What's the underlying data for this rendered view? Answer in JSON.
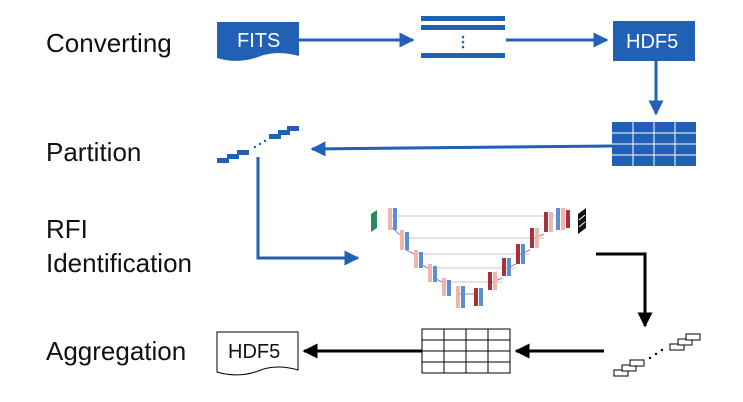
{
  "stages": {
    "converting": "Converting",
    "partition": "Partition",
    "rfi_line1": "RFI",
    "rfi_line2": "Identification",
    "aggregation": "Aggregation"
  },
  "nodes": {
    "fits_input": "FITS",
    "hdf5_converted": "HDF5",
    "hdf5_output": "HDF5"
  },
  "colors": {
    "blue": "#2160b5",
    "black": "#000000",
    "unet_blue": "#5b8fd0",
    "unet_red": "#a8303a",
    "unet_pink": "#efb6b0",
    "unet_green": "#2b8a5a"
  },
  "icons": {
    "fits": "document-shape-icon",
    "stacked_lines": "data-stream-icon",
    "table": "table-grid-icon",
    "partition_blocks": "partition-blocks-icon",
    "unet": "u-net-diagram-icon",
    "aggregation_blocks": "aggregation-blocks-icon"
  }
}
